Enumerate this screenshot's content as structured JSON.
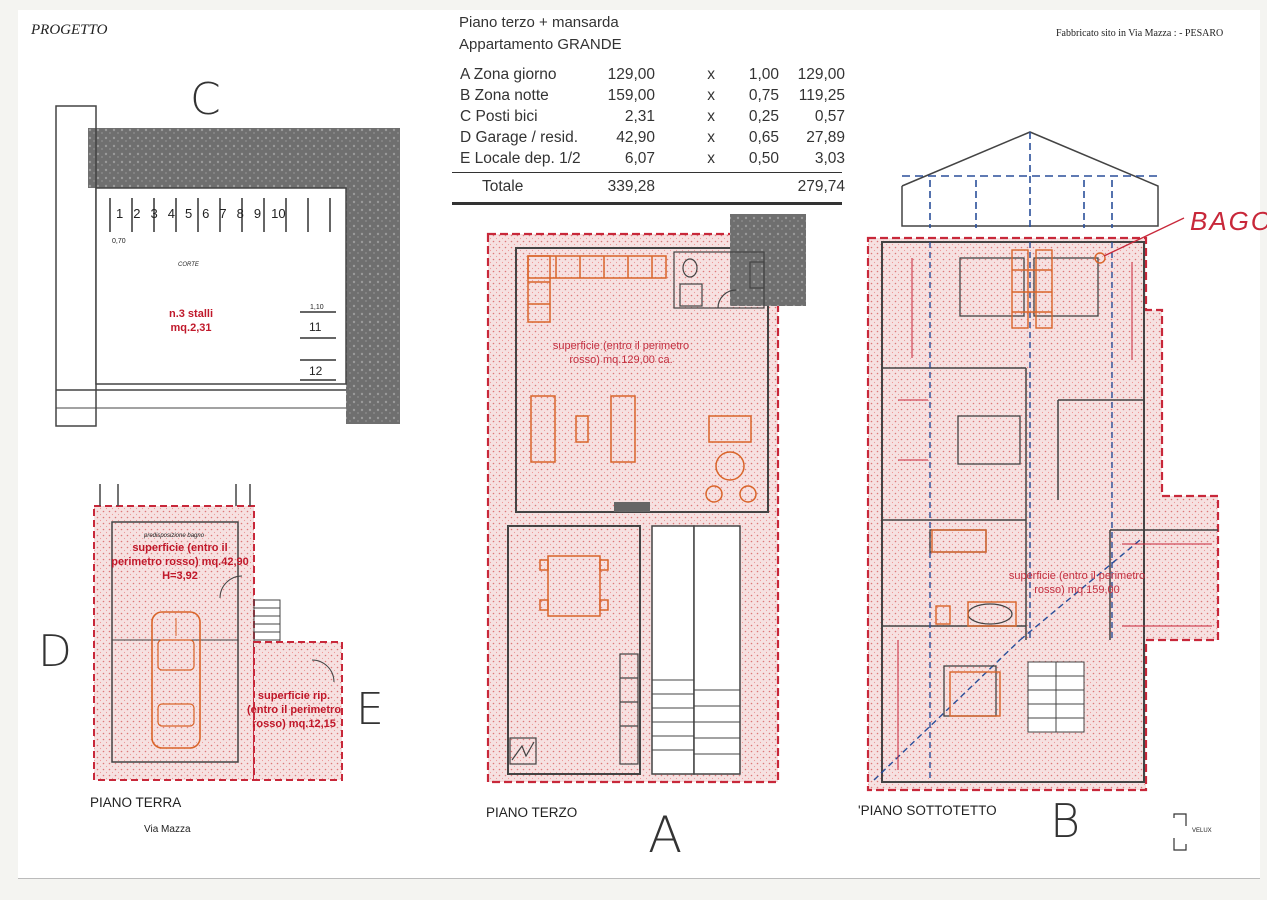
{
  "header": {
    "progetto": "PROGETTO",
    "site": "Fabbricato sito in Via Mazza :    - PESARO",
    "line1": "Piano terzo  +  mansarda",
    "line2": "Appartamento   GRANDE"
  },
  "table": {
    "rows": [
      {
        "label": "A  Zona giorno",
        "area": "129,00",
        "x": "x",
        "coef": "1,00",
        "result": "129,00"
      },
      {
        "label": "B  Zona notte",
        "area": "159,00",
        "x": "x",
        "coef": "0,75",
        "result": "119,25"
      },
      {
        "label": "C  Posti bici",
        "area": "2,31",
        "x": "x",
        "coef": "0,25",
        "result": "0,57"
      },
      {
        "label": "D  Garage / resid.",
        "area": "42,90",
        "x": "x",
        "coef": "0,65",
        "result": "27,89"
      },
      {
        "label": "E  Locale dep.  1/2",
        "area": "6,07",
        "x": "x",
        "coef": "0,50",
        "result": "3,03"
      }
    ],
    "total": {
      "label": "Totale",
      "area": "339,28",
      "result": "279,74"
    }
  },
  "handwritten": {
    "c": "C",
    "d": "D",
    "e": "E",
    "a": "A",
    "b": "B",
    "bago": "BAGO"
  },
  "plans": {
    "corte": {
      "label": "CORTE",
      "stalls": [
        "1",
        "2",
        "3",
        "4",
        "5",
        "6",
        "7",
        "8",
        "9",
        "10"
      ],
      "stalls_side": [
        "11",
        "12"
      ],
      "note_line1": "n.3 stalli",
      "note_line2": "mq.2,31",
      "dim_070": "0,70",
      "dim_110": "1,10"
    },
    "piano_terra": {
      "name": "PIANO TERRA",
      "street": "Via Mazza",
      "small_note": "predisposizione bagno",
      "area_text": "superficie (entro il perimetro rosso) mq.42,90 H=3,92",
      "area_e_text": "superficie rip. (entro il perimetro rosso) mq.12,15"
    },
    "piano_terzo": {
      "name": "PIANO TERZO",
      "area_text": "superficie (entro il perimetro rosso) mq.129,00 ca."
    },
    "piano_sottotetto": {
      "name": "'PIANO SOTTOTETTO",
      "area_text": "superficie (entro il perimetro rosso) mq.159,00",
      "legend_velux": "VELUX"
    }
  },
  "colors": {
    "red_dash": "#c8283a",
    "red_fill": "#f1d3d3",
    "orange": "#d9652a",
    "blue_dash": "#2a4f9a",
    "wall": "#444444"
  }
}
